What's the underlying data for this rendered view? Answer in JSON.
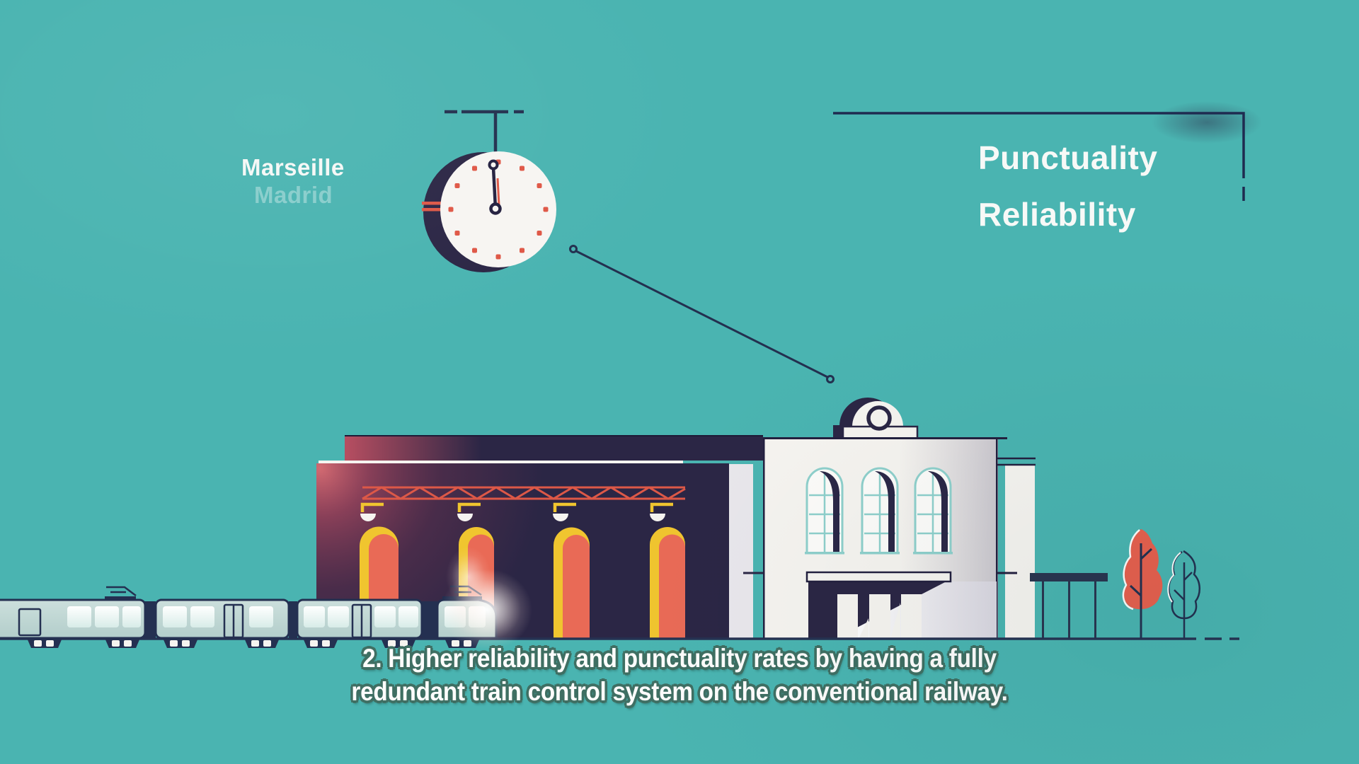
{
  "scene_type": "railway-explainer-video-frame",
  "cities": {
    "primary": "Marseille",
    "secondary": "Madrid"
  },
  "title_block": {
    "line1": "Punctuality",
    "line2": "Reliability"
  },
  "subtitle": {
    "line1": "2. Higher reliability and punctuality rates by having a fully",
    "line2": "redundant train control system on the conventional railway."
  },
  "clock": {
    "depicted_time": "12:00"
  },
  "icons": [
    "clock-icon",
    "station-clock-hanger-icon",
    "pointer-line-icon",
    "bracket-line-icon",
    "train-shed-icon",
    "station-building-icon",
    "awning-icon",
    "tree-coral-icon",
    "tree-outline-icon",
    "train-icon",
    "ground-line-icon"
  ],
  "colors": {
    "background": "#4ab4b1",
    "navy": "#2b2645",
    "navy_line": "#263252",
    "coral": "#e96a56",
    "red_accent": "#dd5847",
    "yellow": "#f0c52f",
    "off_white": "#f6f4f0",
    "train_body": "#c3d8d6",
    "window_teal": "#8fd0cc",
    "gray_strip": "#e9e7ec",
    "glow_pink": "#d15a6a",
    "subtitle_outline": "#3f6f63"
  }
}
